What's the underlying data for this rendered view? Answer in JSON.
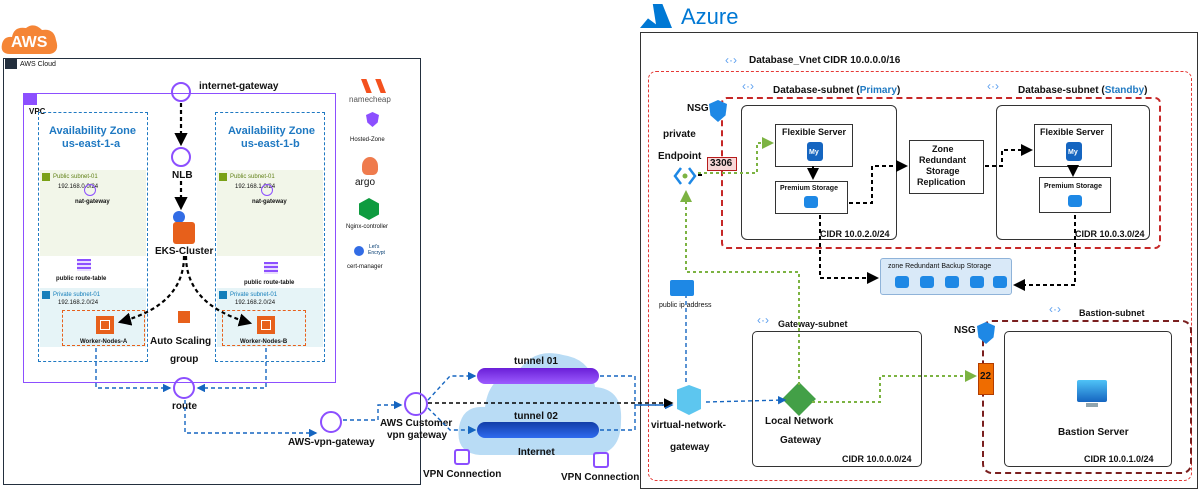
{
  "aws": {
    "logo": "AWS",
    "cloud_label": "AWS Cloud",
    "vpc_label": "VPC",
    "internet_gateway": "internet-gateway",
    "zone_a": {
      "title1": "Availability Zone",
      "title2": "us-east-1-a",
      "public_subnet": "Public subnet-01",
      "public_cidr": "192.168.0.0/24",
      "nat": "nat-gateway",
      "route_table": "public route-table",
      "private_subnet": "Private subnet-01",
      "private_cidr": "192.168.2.0/24",
      "workers": "Worker-Nodes-A"
    },
    "zone_b": {
      "title1": "Availability Zone",
      "title2": "us-east-1-b",
      "public_subnet": "Public subnet-01",
      "public_cidr": "192.168.1.0/24",
      "nat": "nat-gateway",
      "route_table": "public route-table",
      "private_subnet": "Private subnet-01",
      "private_cidr": "192.168.2.0/24",
      "workers": "Worker-Nodes-B"
    },
    "nlb": "NLB",
    "eks": "EKS-Cluster",
    "autoscaling1": "Auto Scaling",
    "autoscaling2": "group",
    "route": "route",
    "vpn_gateway": "AWS-vpn-gateway",
    "customer_gw1": "AWS Customer",
    "customer_gw2": "vpn gateway",
    "tools": {
      "namecheap": "namecheap",
      "hosted_zone": "Hosted-Zone",
      "argo": "argo",
      "nginx": "Nginx-controller",
      "cert_manager": "cert-manager",
      "letsencrypt1": "Let's",
      "letsencrypt2": "Encrypt"
    }
  },
  "internet": {
    "tunnel1": "tunnel 01",
    "tunnel2": "tunnel 02",
    "label": "Internet",
    "vpn_left": "VPN Connection",
    "vpn_right": "VPN Connection"
  },
  "azure": {
    "logo": "Azure",
    "vnet": "Database_Vnet",
    "vnet_cidr": "CIDR 10.0.0.0/16",
    "db_subnet_primary_prefix": "Database-subnet (",
    "db_subnet_primary_word": "Primary",
    "db_subnet_primary_suffix": ")",
    "db_subnet_standby_prefix": "Database-subnet (",
    "db_subnet_standby_word": "Standby",
    "db_subnet_standby_suffix": ")",
    "nsg1": "NSG",
    "private_endpoint1": "private",
    "private_endpoint2": "Endpoint",
    "port_3306": "3306",
    "flexible_server_primary": "Flexible Server",
    "premium_storage_primary": "Premium Storage",
    "primary_cidr": "CIDR 10.0.2.0/24",
    "zone_replication1": "Zone",
    "zone_replication2": "Redundant",
    "zone_replication3": "Storage",
    "zone_replication4": "Replication",
    "flexible_server_standby": "Flexible Server",
    "premium_storage_standby": "Premium Storage",
    "standby_cidr": "CIDR 10.0.3.0/24",
    "backup_storage": "zone Redundant Backup Storage",
    "public_ip": "public ip address",
    "gateway_subnet": "Gateway-subnet",
    "vng1": "virtual-network-",
    "vng2": "gateway",
    "lng1": "Local Network",
    "lng2": "Gateway",
    "gateway_cidr": "CIDR 10.0.0.0/24",
    "nsg2": "NSG",
    "port_22": "22",
    "bastion_subnet": "Bastion-subnet",
    "bastion_server": "Bastion Server",
    "bastion_cidr": "CIDR 10.0.1.0/24",
    "mysql_badge": "My"
  },
  "colors": {
    "aws_orange": "#F58536",
    "azure_blue": "#0078D4",
    "zone_blue": "#1f79c2",
    "flow_blue": "#1565c0",
    "flow_black": "#000000",
    "flow_green": "#7cb342",
    "db_red": "#c62828"
  }
}
